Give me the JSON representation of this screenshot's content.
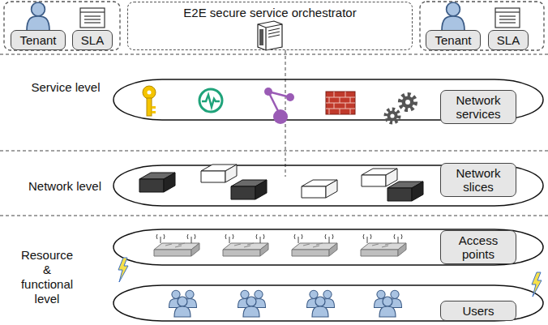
{
  "diagram": {
    "nodes": [
      {
        "text": [
          "Tenant"
        ]
      },
      {
        "text": [
          "SLA"
        ]
      },
      {
        "text": [
          "E2E secure service orchestrator"
        ]
      },
      {
        "text": [
          "Tenant"
        ]
      },
      {
        "text": [
          "SLA"
        ]
      },
      {
        "text": [
          "Network services"
        ]
      },
      {
        "text": [
          "Network slices"
        ]
      },
      {
        "text": [
          "Access points"
        ]
      },
      {
        "text": [
          "Users"
        ]
      }
    ],
    "labels": [
      "Service level",
      "Network level",
      "Resource & functional level"
    ]
  }
}
